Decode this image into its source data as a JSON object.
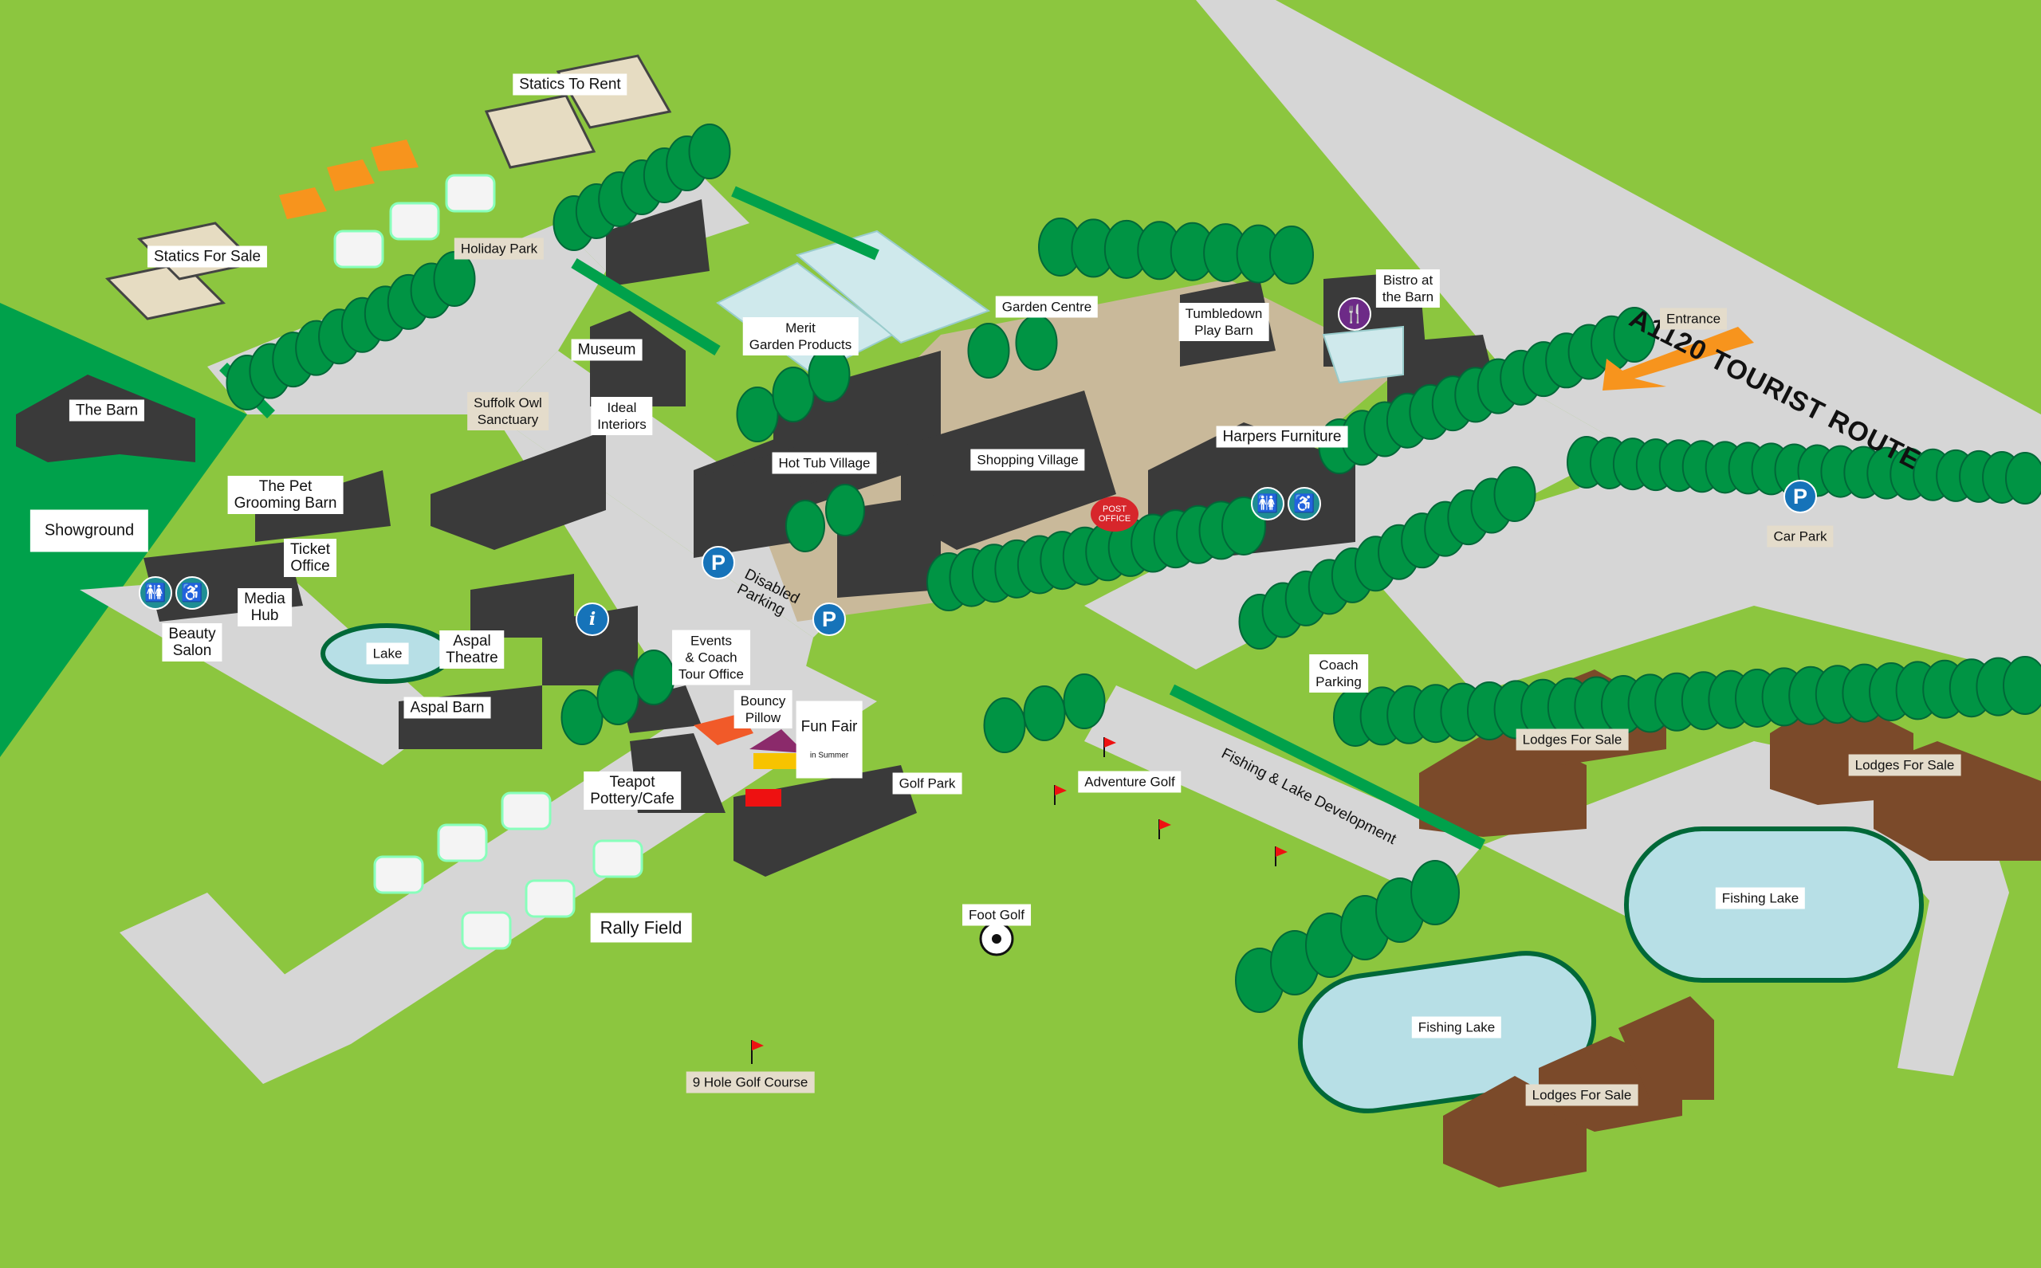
{
  "road_name": "A1120 TOURIST ROUTE",
  "labels": {
    "statics_to_rent": "Statics To Rent",
    "statics_for_sale": "Statics For Sale",
    "holiday_park": "Holiday Park",
    "the_barn": "The Barn",
    "museum": "Museum",
    "suffolk_owl": "Suffolk Owl\nSanctuary",
    "ideal_interiors": "Ideal\nInteriors",
    "merit_garden": "Merit\nGarden Products",
    "garden_centre": "Garden Centre",
    "tumbledown": "Tumbledown\nPlay Barn",
    "bistro": "Bistro at\nthe Barn",
    "entrance": "Entrance",
    "hot_tub_village": "Hot Tub Village",
    "shopping_village": "Shopping Village",
    "harpers": "Harpers Furniture",
    "post_office": "POST\nOFFICE",
    "showground": "Showground",
    "pet_grooming": "The Pet\nGrooming Barn",
    "ticket_office": "Ticket\nOffice",
    "media_hub": "Media\nHub",
    "beauty_salon": "Beauty\nSalon",
    "disabled_parking": "Disabled\nParking",
    "lake": "Lake",
    "aspal_theatre": "Aspal\nTheatre",
    "aspal_barn": "Aspal Barn",
    "events_office": "Events\n& Coach\nTour Office",
    "bouncy_pillow": "Bouncy\nPillow",
    "fun_fair": "Fun Fair",
    "fun_fair_sub": "in Summer",
    "teapot": "Teapot\nPottery/Cafe",
    "golf_park": "Golf Park",
    "adventure_golf": "Adventure Golf",
    "rally_field": "Rally Field",
    "foot_golf": "Foot Golf",
    "nine_hole": "9 Hole Golf Course",
    "coach_parking": "Coach\nParking",
    "car_park": "Car Park",
    "fishing_dev": "Fishing & Lake Development",
    "lodges_1": "Lodges For Sale",
    "lodges_2": "Lodges For Sale",
    "lodges_3": "Lodges For Sale",
    "fishing_lake_1": "Fishing Lake",
    "fishing_lake_2": "Fishing Lake"
  },
  "icons": {
    "parking": "P",
    "info": "i"
  },
  "colors": {
    "grass": "#8cc63f",
    "dark_grass": "#00a14b",
    "road": "#d6d6d6",
    "plaza": "#c9b99a",
    "building": "#3a3a3a",
    "tree": "#009444",
    "lodge": "#7b4a2a",
    "water": "#b7dfe6",
    "parking_blue": "#1673b9",
    "entrance_arrow": "#f7941d"
  }
}
